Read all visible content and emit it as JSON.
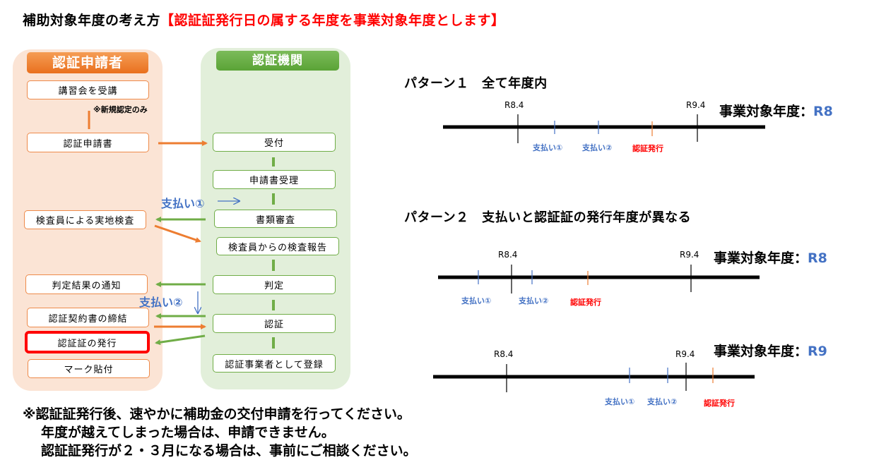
{
  "title": {
    "main": "補助対象年度の考え方",
    "highlight": "【認証証発行日の属する年度を事業対象年度とします】"
  },
  "flow": {
    "applicant_header": "認証申請者",
    "org_header": "認証機関",
    "applicant_steps": [
      "講習会を受講",
      "認証申請書",
      "検査員による実地検査",
      "判定結果の通知",
      "認証契約書の締結",
      "認証証の発行",
      "マーク貼付"
    ],
    "org_steps": [
      "受付",
      "申請書受理",
      "書類審査",
      "検査員からの検査報告",
      "判定",
      "認証",
      "認証事業者として登録"
    ],
    "new_only_note": "※新規認定のみ",
    "payment1": "支払い①",
    "payment2": "支払い②"
  },
  "patterns": [
    {
      "title": "パターン１　全て年度内",
      "start_label": "R8.4",
      "end_label": "R9.4",
      "payment1": "支払い①",
      "payment2": "支払い②",
      "issue": "認証発行",
      "fy_label": "事業対象年度：",
      "fy_value": "R8"
    },
    {
      "title": "パターン２　支払いと認証証の発行年度が異なる",
      "start_label": "R8.4",
      "end_label": "R9.4",
      "payment1": "支払い①",
      "payment2": "支払い②",
      "issue": "認証発行",
      "fy_label": "事業対象年度：",
      "fy_value": "R8"
    },
    {
      "title": "",
      "start_label": "R8.4",
      "end_label": "R9.4",
      "payment1": "支払い①",
      "payment2": "支払い②",
      "issue": "認証発行",
      "fy_label": "事業対象年度：",
      "fy_value": "R9"
    }
  ],
  "footer": {
    "line1": "※認証証発行後、速やかに補助金の交付申請を行ってください。",
    "line2": "年度が越えてしまった場合は、申請できません。",
    "line3": "認証証発行が２・３月になる場合は、事前にご相談ください。"
  },
  "colors": {
    "orange": "#ed7d31",
    "green": "#70ad47",
    "blue": "#4472c4",
    "red": "#ff0000"
  }
}
